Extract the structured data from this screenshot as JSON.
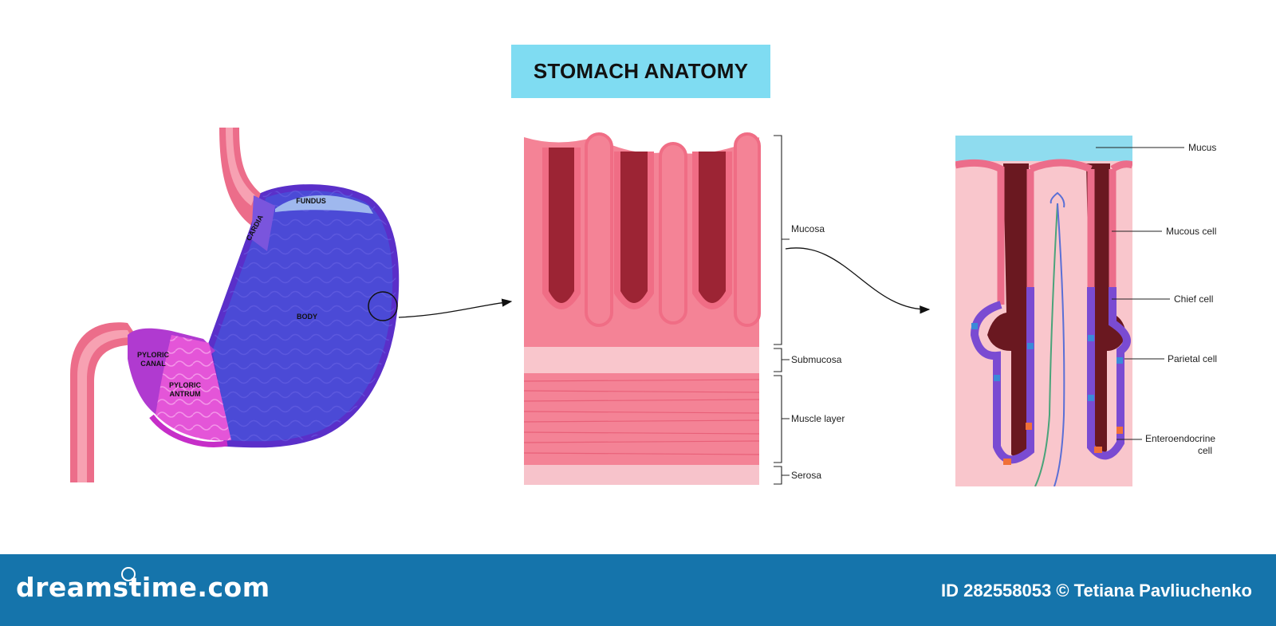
{
  "title": "STOMACH ANATOMY",
  "stomach": {
    "fundus": "FUNDUS",
    "cardia": "CARDIA",
    "body": "BODY",
    "pyloric_canal": [
      "PYLORIC",
      "CANAL"
    ],
    "pyloric_antrum": [
      "PYLORIC",
      "ANTRUM"
    ]
  },
  "wall_layers": {
    "mucosa": "Mucosa",
    "submucosa": "Submucosa",
    "muscle_layer": "Muscle layer",
    "serosa": "Serosa"
  },
  "gland_cells": {
    "mucus": "Mucus",
    "mucous_cell": "Mucous cell",
    "chief_cell": "Chief cell",
    "parietal_cell": "Parietal cell",
    "enteroendocrine_cell": [
      "Enteroendocrine",
      "cell"
    ]
  },
  "footer": {
    "brand": "dreamstime.com",
    "credit": "ID 282558053 © Tetiana Pavliuchenko"
  },
  "colors": {
    "title_bg": "#7fdcf2",
    "stomach_body": "#4b4ad6",
    "stomach_outline": "#5a2fc9",
    "fundus": "#9fb8ee",
    "pyloric": "#e455d8",
    "esophagus": "#ec6d8a",
    "mucosa_light": "#f48396",
    "mucosa_dark": "#9c2434",
    "submucosa": "#f9c6cc",
    "serosa": "#f7c3cb",
    "mucus": "#8fdcef",
    "chief_cell": "#7a4bd2",
    "parietal_cell": "#3b8ad8",
    "enteroendocrine_cell": "#f07038",
    "footer_bg": "#1574ab"
  }
}
